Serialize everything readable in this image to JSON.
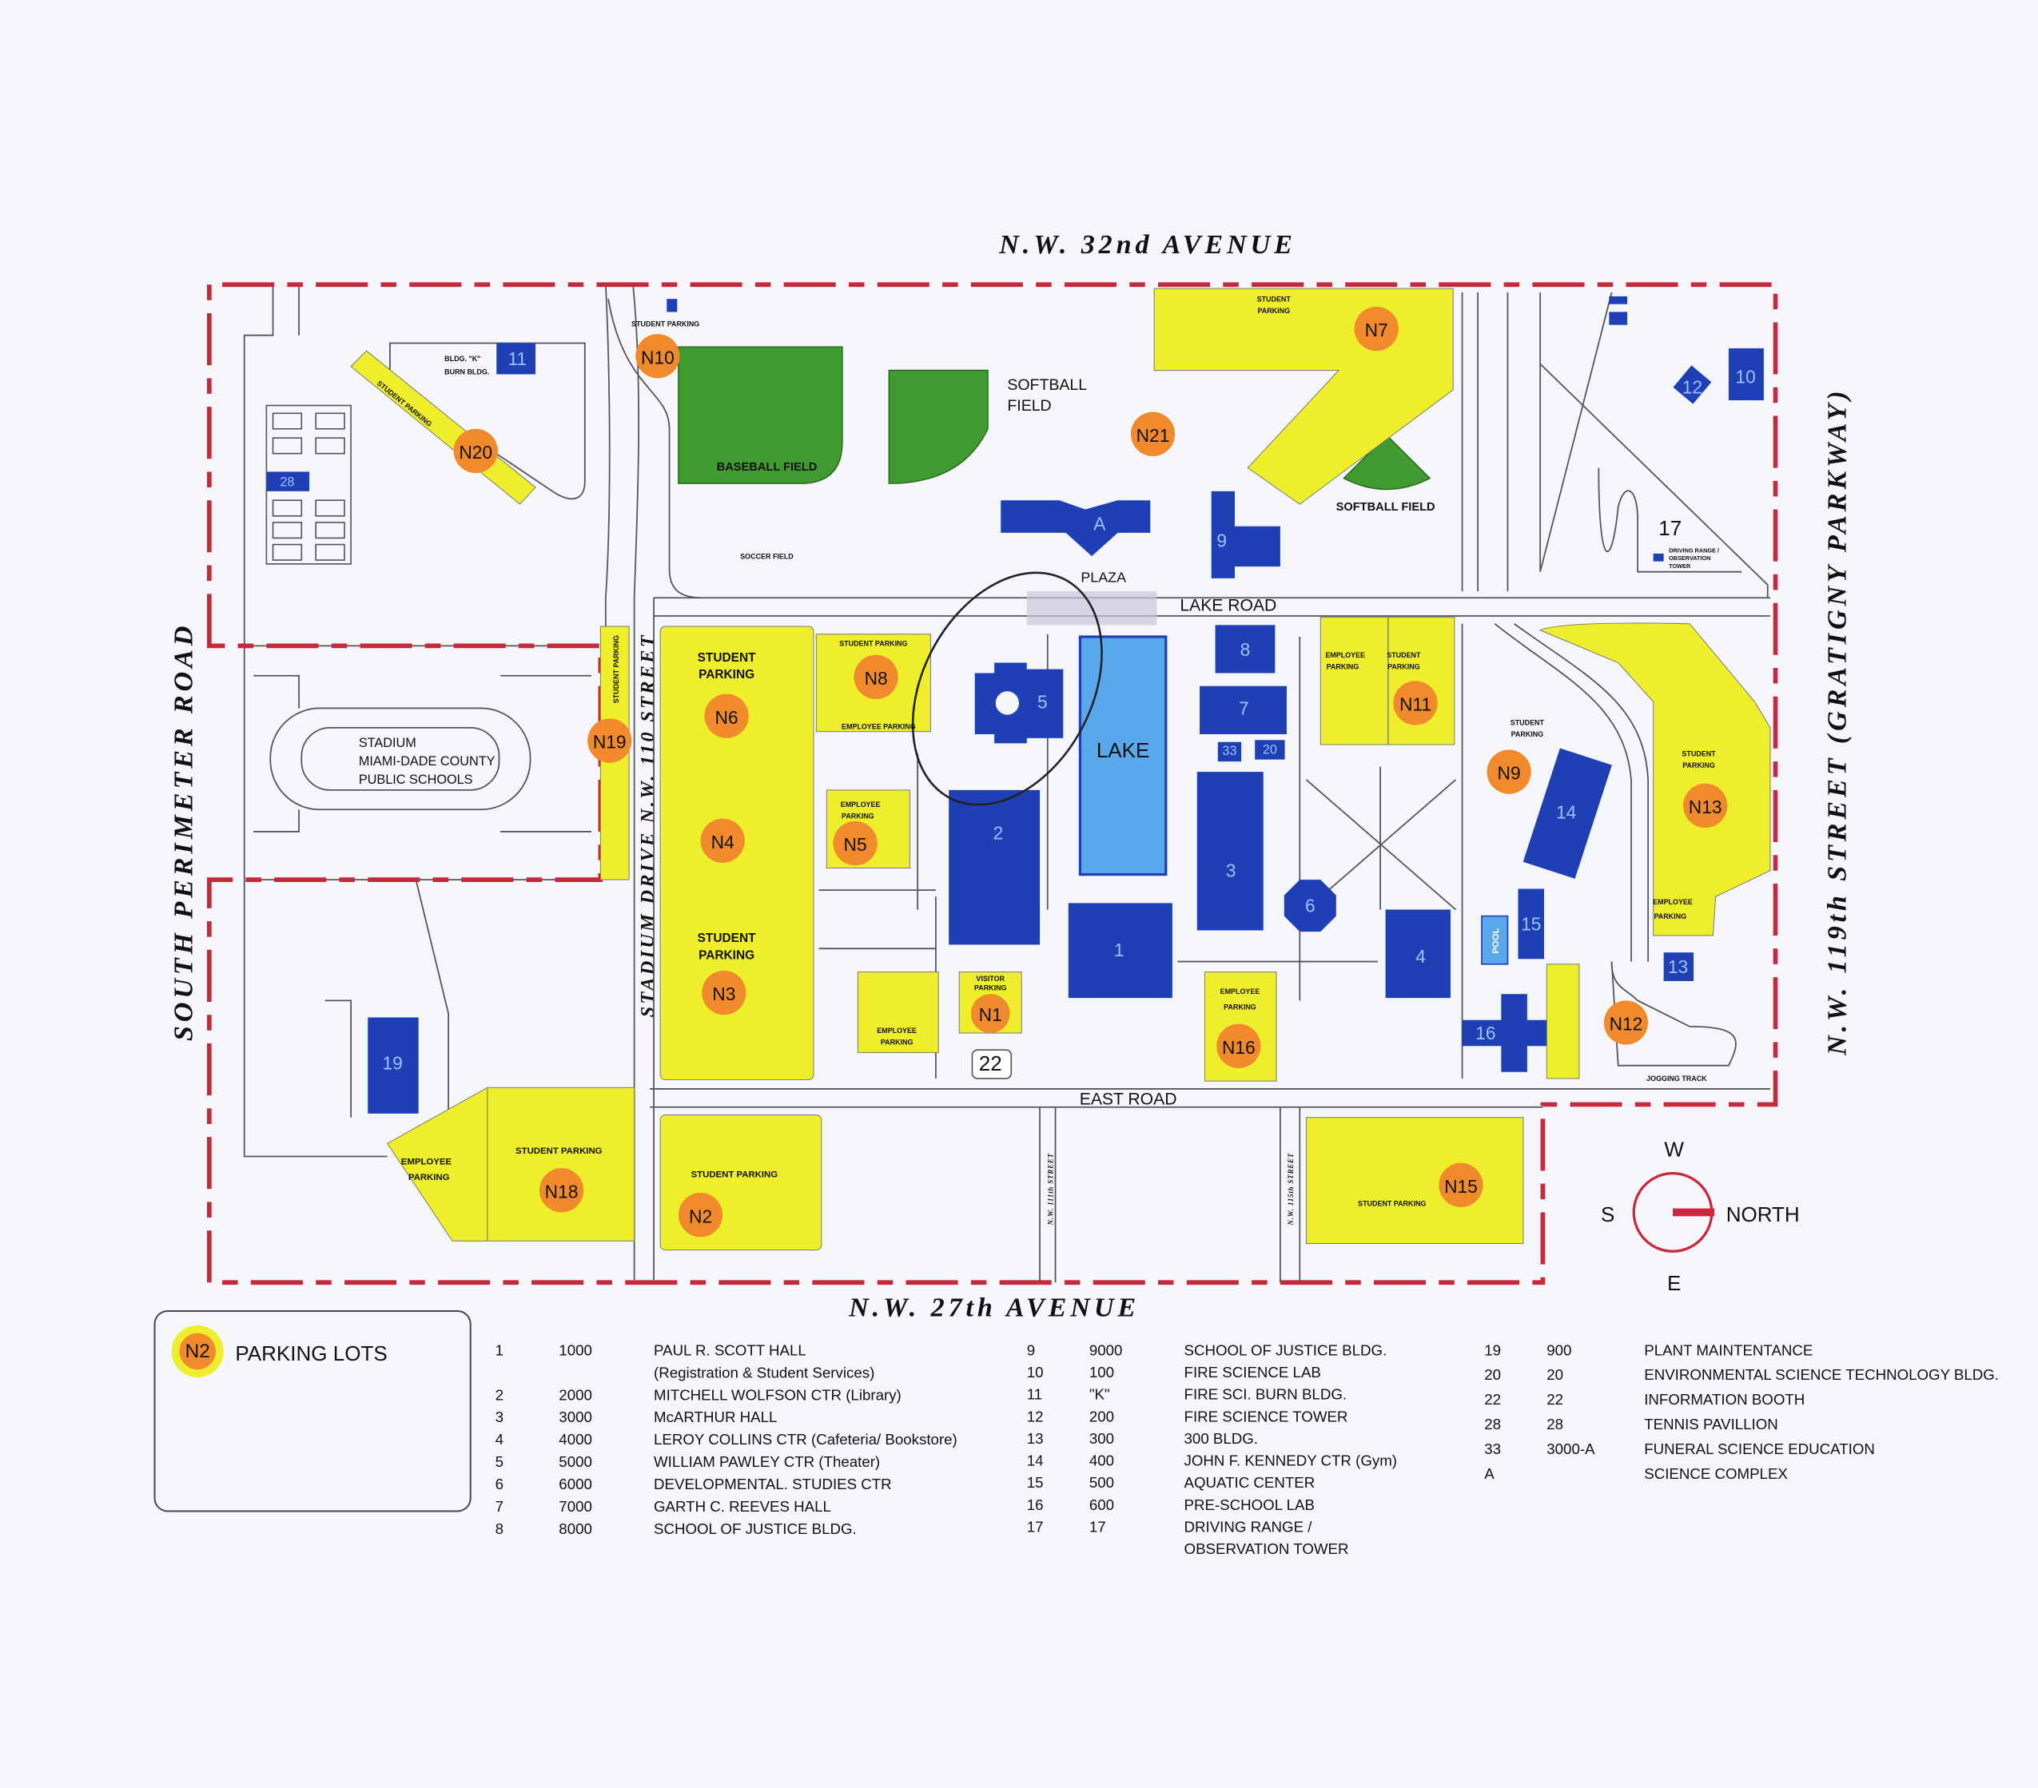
{
  "streets": {
    "north": "N.W. 32nd AVENUE",
    "south": "N.W. 27th AVENUE",
    "west": "SOUTH PERIMETER ROAD",
    "east": "N.W. 119th STREET (GRATIGNY PARKWAY)",
    "stadium_drive": "STADIUM DRIVE N.W. 110 STREET",
    "st111": "N.W. 111th STREET",
    "st115": "N.W. 115th STREET",
    "lake_road": "LAKE ROAD",
    "east_road": "EAST ROAD"
  },
  "parking_lots": {
    "N1": "N1",
    "N2": "N2",
    "N3": "N3",
    "N4": "N4",
    "N5": "N5",
    "N6": "N6",
    "N7": "N7",
    "N8": "N8",
    "N9": "N9",
    "N10": "N10",
    "N11": "N11",
    "N12": "N12",
    "N13": "N13",
    "N15": "N15",
    "N16": "N16",
    "N18": "N18",
    "N19": "N19",
    "N20": "N20",
    "N21": "N21"
  },
  "buildings": {
    "b1": "1",
    "b2": "2",
    "b3": "3",
    "b4": "4",
    "b5": "5",
    "b6": "6",
    "b7": "7",
    "b8": "8",
    "b9": "9",
    "b10": "10",
    "b11": "11",
    "b12": "12",
    "b13": "13",
    "b14": "14",
    "b15": "15",
    "b16": "16",
    "b17": "17",
    "b19": "19",
    "b20": "20",
    "b22": "22",
    "b28": "28",
    "b33": "33",
    "bA": "A"
  },
  "map_labels": {
    "n10_lot": "STUDENT PARKING",
    "n20_lot": "STUDENT PARKING",
    "n7_lot": [
      "STUDENT",
      "PARKING"
    ],
    "n8_top": "STUDENT PARKING",
    "n8_bottom": "EMPLOYEE PARKING",
    "n6_lot": [
      "STUDENT",
      "PARKING"
    ],
    "n3_lot": [
      "STUDENT",
      "PARKING"
    ],
    "n19_lot": "STUDENT PARKING",
    "n5_lot": [
      "EMPLOYEE",
      "PARKING"
    ],
    "n1_adj_lot": [
      "EMPLOYEE",
      "PARKING"
    ],
    "n1_lot": [
      "VISITOR",
      "PARKING"
    ],
    "n16_lot": [
      "EMPLOYEE",
      "PARKING"
    ],
    "n11_left": [
      "EMPLOYEE",
      "PARKING"
    ],
    "n11_right": [
      "STUDENT",
      "PARKING"
    ],
    "n9_lot": [
      "STUDENT",
      "PARKING"
    ],
    "n13_top": [
      "STUDENT",
      "PARKING"
    ],
    "n13_bottom": [
      "EMPLOYEE",
      "PARKING"
    ],
    "n15_lot": "STUDENT PARKING",
    "n2_lot": "STUDENT PARKING",
    "n18_lot": "STUDENT PARKING",
    "n18_emp": [
      "EMPLOYEE",
      "PARKING"
    ],
    "bldg_k": [
      "BLDG. \"K\"",
      "BURN BLDG."
    ],
    "baseball": "BASEBALL FIELD",
    "softball_1": [
      "SOFTBALL",
      "FIELD"
    ],
    "softball_2": "SOFTBALL FIELD",
    "soccer": "SOCCER FIELD",
    "plaza": "PLAZA",
    "lake": "LAKE",
    "pool": "POOL",
    "jogging": "JOGGING TRACK",
    "driving": [
      "DRIVING RANGE /",
      "OBSERVATION",
      "TOWER"
    ],
    "stadium": [
      "STADIUM",
      "MIAMI-DADE COUNTY",
      "PUBLIC SCHOOLS"
    ]
  },
  "compass": {
    "w": "W",
    "s": "S",
    "e": "E",
    "north": "NORTH"
  },
  "legend": {
    "badge": "N2",
    "label": "PARKING LOTS"
  },
  "directory": [
    [
      {
        "no": "1",
        "code": "1000",
        "name": "PAUL R. SCOTT HALL",
        "sub": "(Registration & Student Services)"
      },
      {
        "no": "2",
        "code": "2000",
        "name": "MITCHELL WOLFSON CTR (Library)"
      },
      {
        "no": "3",
        "code": "3000",
        "name": "McARTHUR HALL"
      },
      {
        "no": "4",
        "code": "4000",
        "name": "LEROY COLLINS CTR (Cafeteria/ Bookstore)"
      },
      {
        "no": "5",
        "code": "5000",
        "name": "WILLIAM PAWLEY CTR (Theater)"
      },
      {
        "no": "6",
        "code": "6000",
        "name": "DEVELOPMENTAL. STUDIES CTR"
      },
      {
        "no": "7",
        "code": "7000",
        "name": "GARTH C. REEVES HALL"
      },
      {
        "no": "8",
        "code": "8000",
        "name": "SCHOOL OF JUSTICE BLDG."
      }
    ],
    [
      {
        "no": "9",
        "code": "9000",
        "name": "SCHOOL OF JUSTICE BLDG."
      },
      {
        "no": "10",
        "code": "100",
        "name": "FIRE SCIENCE LAB"
      },
      {
        "no": "11",
        "code": "\"K\"",
        "name": "FIRE SCI. BURN BLDG."
      },
      {
        "no": "12",
        "code": "200",
        "name": "FIRE SCIENCE TOWER"
      },
      {
        "no": "13",
        "code": "300",
        "name": "300 BLDG."
      },
      {
        "no": "14",
        "code": "400",
        "name": "JOHN F. KENNEDY CTR (Gym)"
      },
      {
        "no": "15",
        "code": "500",
        "name": "AQUATIC CENTER"
      },
      {
        "no": "16",
        "code": "600",
        "name": "PRE-SCHOOL LAB"
      },
      {
        "no": "17",
        "code": "17",
        "name": "DRIVING RANGE /",
        "sub": "OBSERVATION TOWER"
      }
    ],
    [
      {
        "no": "19",
        "code": "900",
        "name": "PLANT MAINTENTANCE"
      },
      {
        "no": "20",
        "code": "20",
        "name": "ENVIRONMENTAL SCIENCE TECHNOLOGY BLDG."
      },
      {
        "no": "22",
        "code": "22",
        "name": "INFORMATION BOOTH"
      },
      {
        "no": "28",
        "code": "28",
        "name": "TENNIS PAVILLION"
      },
      {
        "no": "33",
        "code": "3000-A",
        "name": "FUNERAL SCIENCE EDUCATION"
      },
      {
        "no": "A",
        "code": "",
        "name": "SCIENCE COMPLEX"
      }
    ]
  ],
  "colors": {
    "boundary": "#c8283c",
    "building": "#1f3fb5",
    "parking": "#eeee2a",
    "lot_badge": "#f08a2c",
    "field": "#3f9b2f",
    "lake": "#5aa8ec"
  }
}
